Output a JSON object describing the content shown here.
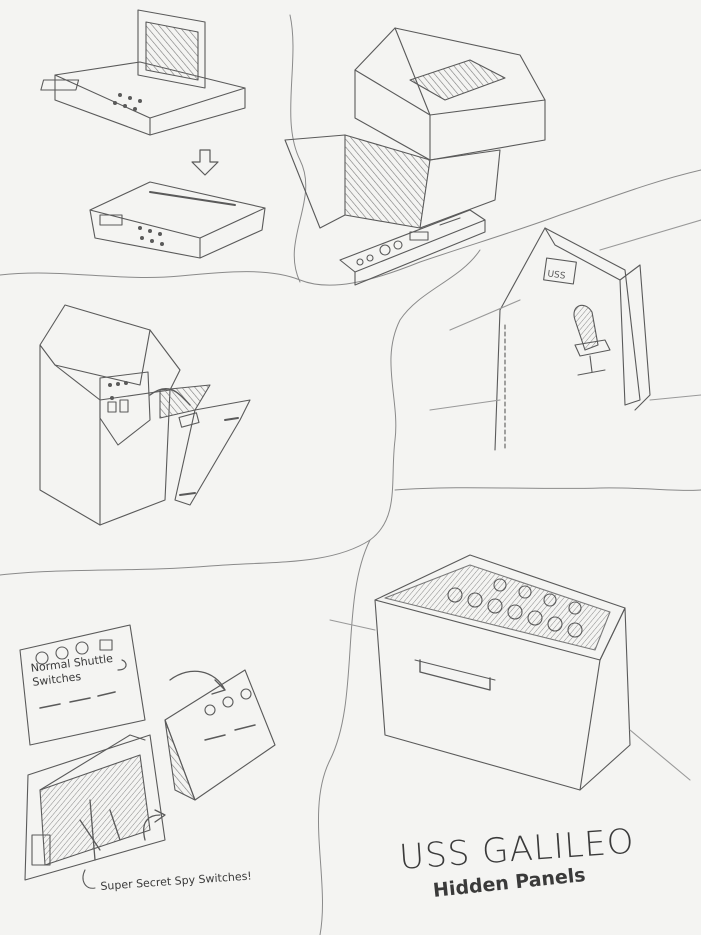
{
  "sketch": {
    "title": "USS GALILEO",
    "subtitle": "Hidden Panels",
    "annotations": {
      "normal_switches": "Normal Shuttle Switches",
      "secret_switches": "Super Secret Spy Switches!"
    }
  },
  "colors": {
    "paper": "#f4f4f2",
    "pencil": "#5a5a5a",
    "hatch": "#7a7a7a"
  }
}
